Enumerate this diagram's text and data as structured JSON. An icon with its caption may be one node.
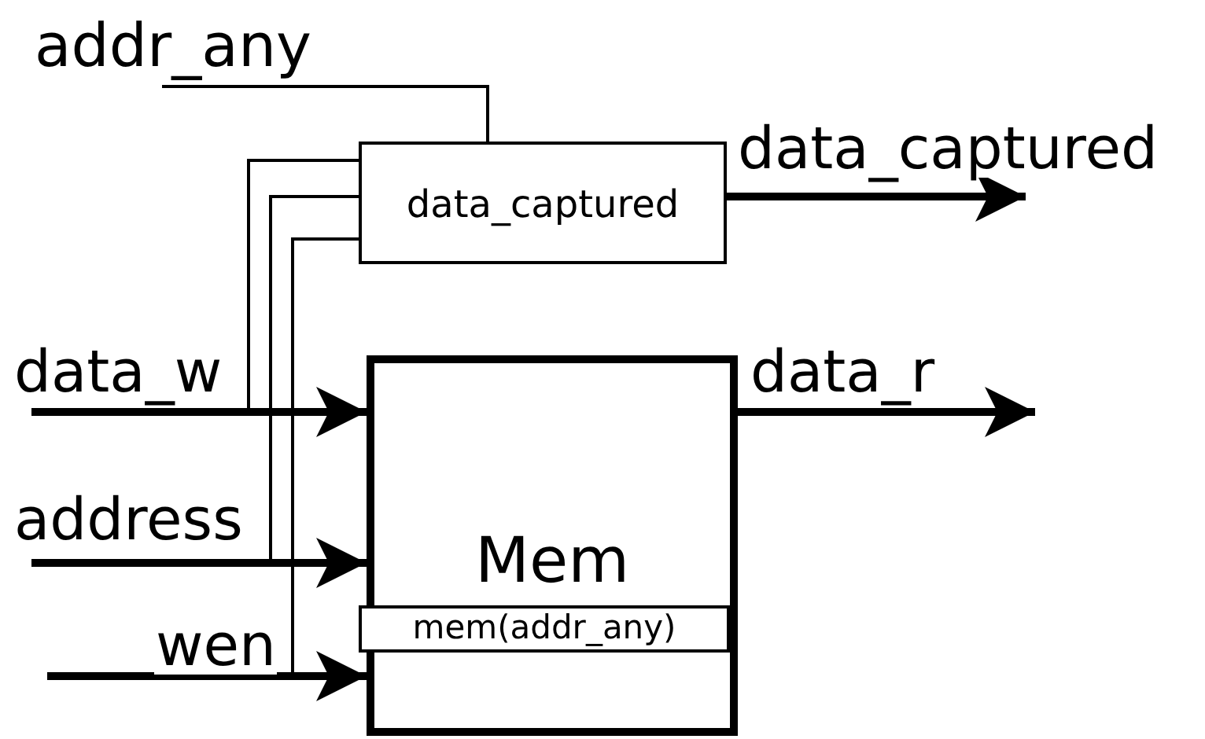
{
  "diagram": {
    "nodes": [
      {
        "text": [
          "addr_any"
        ]
      },
      {
        "text": [
          "data_captured"
        ]
      },
      {
        "text": [
          "Mem"
        ]
      },
      {
        "text": [
          "mem(addr_any)"
        ],
        "in": 2
      }
    ],
    "edges": [
      {
        "from": 0,
        "to": 1,
        "arrow": "none"
      },
      {
        "from": null,
        "to": 1,
        "arrow": "none"
      },
      {
        "from": null,
        "to": 1,
        "arrow": "none"
      },
      {
        "from": null,
        "to": 1,
        "arrow": "none"
      },
      {
        "from": null,
        "to": 2,
        "arrow": "to",
        "label": "data_w"
      },
      {
        "from": null,
        "to": 2,
        "arrow": "to",
        "label": "address"
      },
      {
        "from": null,
        "to": 2,
        "arrow": "to",
        "label": "wen"
      },
      {
        "from": 1,
        "to": null,
        "arrow": "to",
        "label": "data_captured"
      },
      {
        "from": 2,
        "to": null,
        "arrow": "to",
        "label": "data_r"
      }
    ]
  }
}
